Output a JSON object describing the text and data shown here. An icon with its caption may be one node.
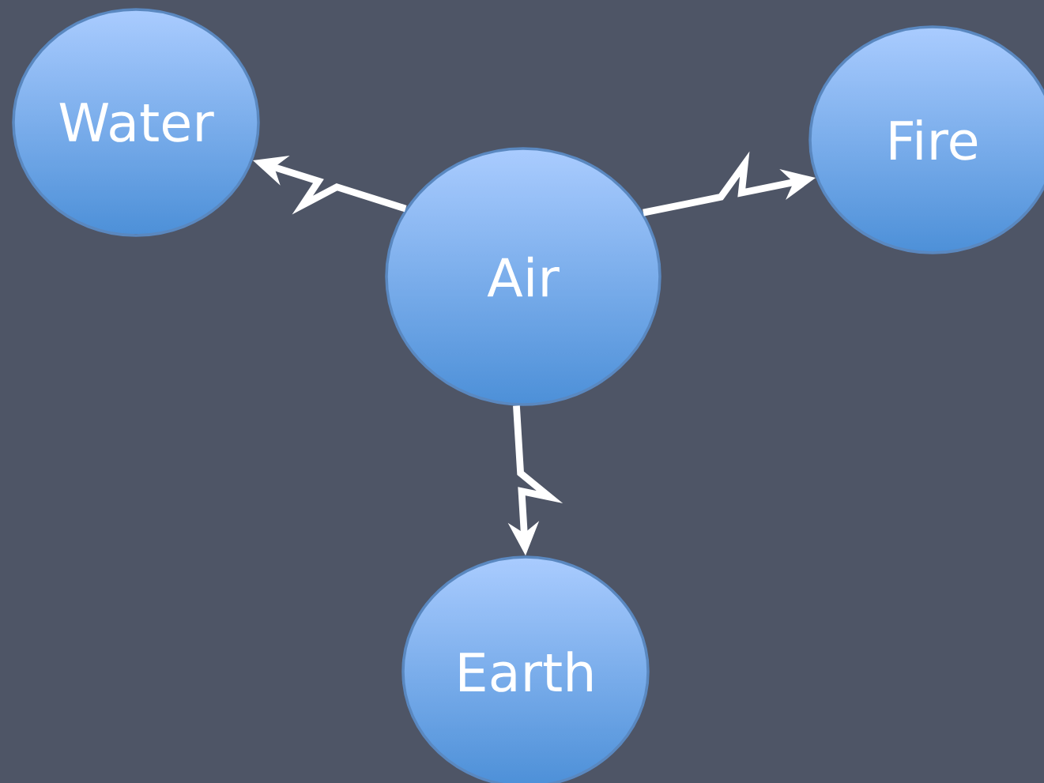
{
  "diagram": {
    "nodes": [
      {
        "text": [
          "Water"
        ]
      },
      {
        "text": [
          "Fire"
        ]
      },
      {
        "text": [
          "Air"
        ]
      },
      {
        "text": [
          "Earth"
        ]
      }
    ],
    "edges": [
      {
        "from": 2,
        "to": 0,
        "arrow": "to"
      },
      {
        "from": 2,
        "to": 1,
        "arrow": "to"
      },
      {
        "from": 2,
        "to": 3,
        "arrow": "to"
      }
    ]
  }
}
